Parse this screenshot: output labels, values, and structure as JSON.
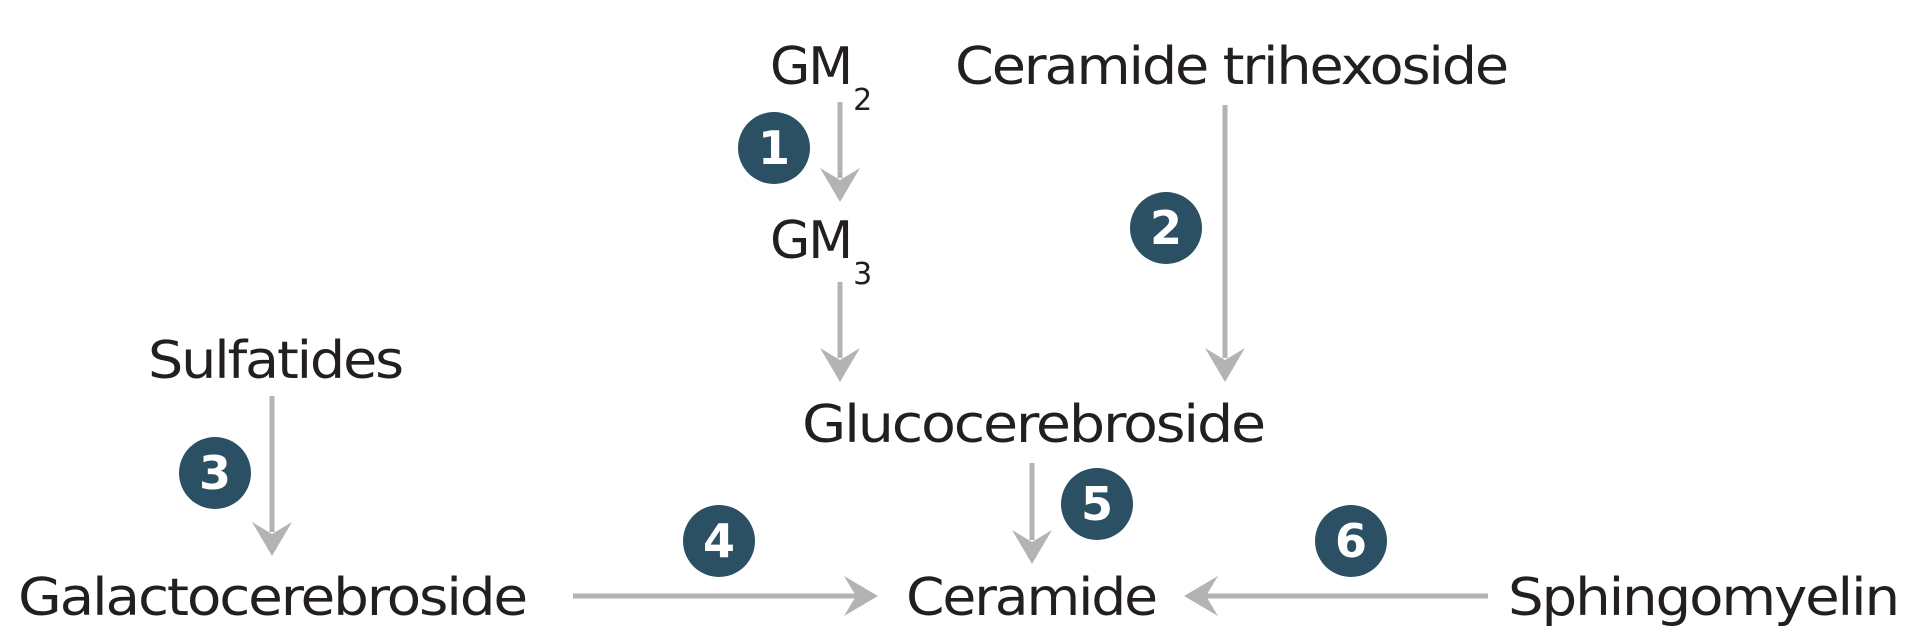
{
  "nodes": {
    "gm2": {
      "base": "GM",
      "subscript": "2"
    },
    "gm3": {
      "base": "GM",
      "subscript": "3"
    },
    "ceramide_trihexoside": "Ceramide trihexoside",
    "sulfatides": "Sulfatides",
    "glucocerebroside": "Glucocerebroside",
    "galactocerebroside": "Galactocerebroside",
    "ceramide": "Ceramide",
    "sphingomyelin": "Sphingomyelin"
  },
  "steps": {
    "s1": "1",
    "s2": "2",
    "s3": "3",
    "s4": "4",
    "s5": "5",
    "s6": "6"
  },
  "colors": {
    "arrow": "#b3b3b3",
    "badge": "#2b5064",
    "text": "#231f20"
  }
}
